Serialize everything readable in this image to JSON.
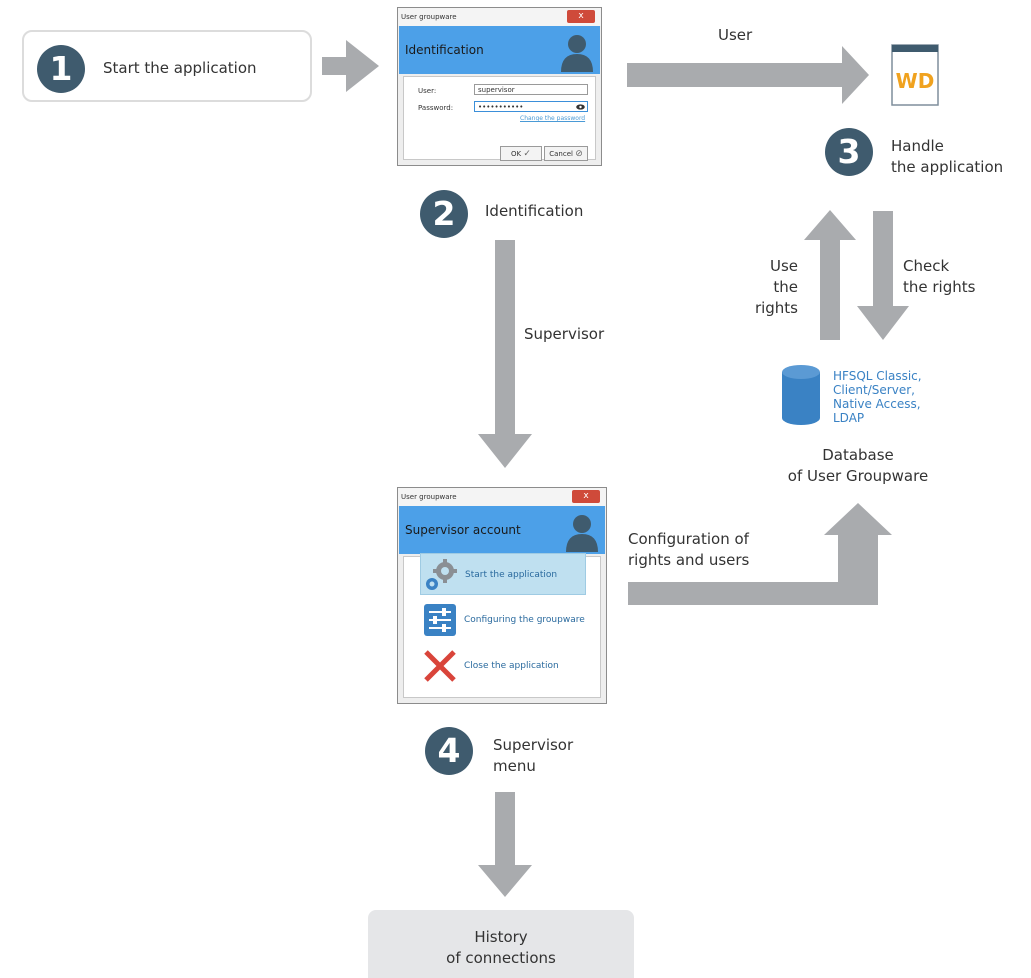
{
  "steps": {
    "s1": {
      "number": "1",
      "label": "Start the application"
    },
    "s2": {
      "number": "2",
      "label": "Identification"
    },
    "s3": {
      "number": "3",
      "label": "Handle\nthe application"
    },
    "s4": {
      "number": "4",
      "label": "Supervisor\nmenu"
    }
  },
  "arrows": {
    "user": "User",
    "supervisor": "Supervisor",
    "use_rights": "Use\nthe rights",
    "check_rights": "Check\nthe rights",
    "config": "Configuration of\nrights and users"
  },
  "login_window": {
    "title": "User groupware",
    "close": "x",
    "header": "Identification",
    "user_label": "User:",
    "user_value": "supervisor",
    "password_label": "Password:",
    "password_value": "•••••••••••",
    "change_link": "Change the password",
    "ok": "OK",
    "cancel": "Cancel"
  },
  "supervisor_window": {
    "title": "User groupware",
    "close": "x",
    "header": "Supervisor account",
    "items": [
      {
        "label": "Start the application",
        "icon": "gears-icon"
      },
      {
        "label": "Configuring the groupware",
        "icon": "sliders-icon"
      },
      {
        "label": "Close the application",
        "icon": "close-x-icon"
      }
    ]
  },
  "database": {
    "types": "HFSQL Classic,\nClient/Server,\nNative Access,\nLDAP",
    "caption": "Database\nof User Groupware"
  },
  "history": "History\nof connections",
  "wd_logo": "WD",
  "colors": {
    "arrow": "#a9abae",
    "step_circle": "#3f5b6e",
    "window_header": "#4ca0e8",
    "db_blue": "#3a82c4",
    "close_red": "#d9443a"
  }
}
